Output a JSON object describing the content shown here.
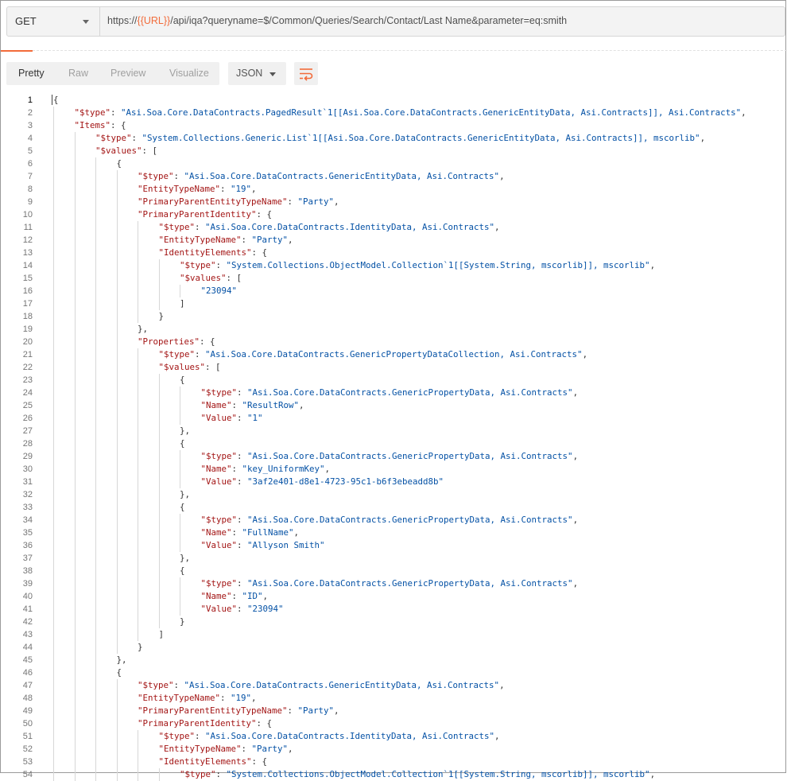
{
  "request": {
    "method": "GET",
    "url_prefix": "https://",
    "url_var": "{{URL}}",
    "url_suffix": "/api/iqa?queryname=$/Common/Queries/Search/Contact/Last Name&parameter=eq:smith"
  },
  "response_toolbar": {
    "views": [
      "Pretty",
      "Raw",
      "Preview",
      "Visualize"
    ],
    "active_view": "Pretty",
    "format": "JSON",
    "wrap_icon": "wrap-lines-icon"
  },
  "colors": {
    "accent": "#f26b3a",
    "key": "#a31515",
    "string": "#0451a5"
  },
  "code_lines": [
    {
      "n": "1",
      "indent": 0,
      "parts": [
        [
          "p",
          "{"
        ]
      ]
    },
    {
      "n": "2",
      "indent": 1,
      "parts": [
        [
          "k",
          "\"$type\""
        ],
        [
          "p",
          ": "
        ],
        [
          "s",
          "\"Asi.Soa.Core.DataContracts.PagedResult`1[[Asi.Soa.Core.DataContracts.GenericEntityData, Asi.Contracts]], Asi.Contracts\""
        ],
        [
          "p",
          ","
        ]
      ]
    },
    {
      "n": "3",
      "indent": 1,
      "parts": [
        [
          "k",
          "\"Items\""
        ],
        [
          "p",
          ": {"
        ]
      ]
    },
    {
      "n": "4",
      "indent": 2,
      "parts": [
        [
          "k",
          "\"$type\""
        ],
        [
          "p",
          ": "
        ],
        [
          "s",
          "\"System.Collections.Generic.List`1[[Asi.Soa.Core.DataContracts.GenericEntityData, Asi.Contracts]], mscorlib\""
        ],
        [
          "p",
          ","
        ]
      ]
    },
    {
      "n": "5",
      "indent": 2,
      "parts": [
        [
          "k",
          "\"$values\""
        ],
        [
          "p",
          ": ["
        ]
      ]
    },
    {
      "n": "6",
      "indent": 3,
      "parts": [
        [
          "p",
          "{"
        ]
      ]
    },
    {
      "n": "7",
      "indent": 4,
      "parts": [
        [
          "k",
          "\"$type\""
        ],
        [
          "p",
          ": "
        ],
        [
          "s",
          "\"Asi.Soa.Core.DataContracts.GenericEntityData, Asi.Contracts\""
        ],
        [
          "p",
          ","
        ]
      ]
    },
    {
      "n": "8",
      "indent": 4,
      "parts": [
        [
          "k",
          "\"EntityTypeName\""
        ],
        [
          "p",
          ": "
        ],
        [
          "s",
          "\"19\""
        ],
        [
          "p",
          ","
        ]
      ]
    },
    {
      "n": "9",
      "indent": 4,
      "parts": [
        [
          "k",
          "\"PrimaryParentEntityTypeName\""
        ],
        [
          "p",
          ": "
        ],
        [
          "s",
          "\"Party\""
        ],
        [
          "p",
          ","
        ]
      ]
    },
    {
      "n": "10",
      "indent": 4,
      "parts": [
        [
          "k",
          "\"PrimaryParentIdentity\""
        ],
        [
          "p",
          ": {"
        ]
      ]
    },
    {
      "n": "11",
      "indent": 5,
      "parts": [
        [
          "k",
          "\"$type\""
        ],
        [
          "p",
          ": "
        ],
        [
          "s",
          "\"Asi.Soa.Core.DataContracts.IdentityData, Asi.Contracts\""
        ],
        [
          "p",
          ","
        ]
      ]
    },
    {
      "n": "12",
      "indent": 5,
      "parts": [
        [
          "k",
          "\"EntityTypeName\""
        ],
        [
          "p",
          ": "
        ],
        [
          "s",
          "\"Party\""
        ],
        [
          "p",
          ","
        ]
      ]
    },
    {
      "n": "13",
      "indent": 5,
      "parts": [
        [
          "k",
          "\"IdentityElements\""
        ],
        [
          "p",
          ": {"
        ]
      ]
    },
    {
      "n": "14",
      "indent": 6,
      "parts": [
        [
          "k",
          "\"$type\""
        ],
        [
          "p",
          ": "
        ],
        [
          "s",
          "\"System.Collections.ObjectModel.Collection`1[[System.String, mscorlib]], mscorlib\""
        ],
        [
          "p",
          ","
        ]
      ]
    },
    {
      "n": "15",
      "indent": 6,
      "parts": [
        [
          "k",
          "\"$values\""
        ],
        [
          "p",
          ": ["
        ]
      ]
    },
    {
      "n": "16",
      "indent": 7,
      "parts": [
        [
          "s",
          "\"23094\""
        ]
      ]
    },
    {
      "n": "17",
      "indent": 6,
      "parts": [
        [
          "p",
          "]"
        ]
      ]
    },
    {
      "n": "18",
      "indent": 5,
      "parts": [
        [
          "p",
          "}"
        ]
      ]
    },
    {
      "n": "19",
      "indent": 4,
      "parts": [
        [
          "p",
          "},"
        ]
      ]
    },
    {
      "n": "20",
      "indent": 4,
      "parts": [
        [
          "k",
          "\"Properties\""
        ],
        [
          "p",
          ": {"
        ]
      ]
    },
    {
      "n": "21",
      "indent": 5,
      "parts": [
        [
          "k",
          "\"$type\""
        ],
        [
          "p",
          ": "
        ],
        [
          "s",
          "\"Asi.Soa.Core.DataContracts.GenericPropertyDataCollection, Asi.Contracts\""
        ],
        [
          "p",
          ","
        ]
      ]
    },
    {
      "n": "22",
      "indent": 5,
      "parts": [
        [
          "k",
          "\"$values\""
        ],
        [
          "p",
          ": ["
        ]
      ]
    },
    {
      "n": "23",
      "indent": 6,
      "parts": [
        [
          "p",
          "{"
        ]
      ]
    },
    {
      "n": "24",
      "indent": 7,
      "parts": [
        [
          "k",
          "\"$type\""
        ],
        [
          "p",
          ": "
        ],
        [
          "s",
          "\"Asi.Soa.Core.DataContracts.GenericPropertyData, Asi.Contracts\""
        ],
        [
          "p",
          ","
        ]
      ]
    },
    {
      "n": "25",
      "indent": 7,
      "parts": [
        [
          "k",
          "\"Name\""
        ],
        [
          "p",
          ": "
        ],
        [
          "s",
          "\"ResultRow\""
        ],
        [
          "p",
          ","
        ]
      ]
    },
    {
      "n": "26",
      "indent": 7,
      "parts": [
        [
          "k",
          "\"Value\""
        ],
        [
          "p",
          ": "
        ],
        [
          "s",
          "\"1\""
        ]
      ]
    },
    {
      "n": "27",
      "indent": 6,
      "parts": [
        [
          "p",
          "},"
        ]
      ]
    },
    {
      "n": "28",
      "indent": 6,
      "parts": [
        [
          "p",
          "{"
        ]
      ]
    },
    {
      "n": "29",
      "indent": 7,
      "parts": [
        [
          "k",
          "\"$type\""
        ],
        [
          "p",
          ": "
        ],
        [
          "s",
          "\"Asi.Soa.Core.DataContracts.GenericPropertyData, Asi.Contracts\""
        ],
        [
          "p",
          ","
        ]
      ]
    },
    {
      "n": "30",
      "indent": 7,
      "parts": [
        [
          "k",
          "\"Name\""
        ],
        [
          "p",
          ": "
        ],
        [
          "s",
          "\"key_UniformKey\""
        ],
        [
          "p",
          ","
        ]
      ]
    },
    {
      "n": "31",
      "indent": 7,
      "parts": [
        [
          "k",
          "\"Value\""
        ],
        [
          "p",
          ": "
        ],
        [
          "s",
          "\"3af2e401-d8e1-4723-95c1-b6f3ebeadd8b\""
        ]
      ]
    },
    {
      "n": "32",
      "indent": 6,
      "parts": [
        [
          "p",
          "},"
        ]
      ]
    },
    {
      "n": "33",
      "indent": 6,
      "parts": [
        [
          "p",
          "{"
        ]
      ]
    },
    {
      "n": "34",
      "indent": 7,
      "parts": [
        [
          "k",
          "\"$type\""
        ],
        [
          "p",
          ": "
        ],
        [
          "s",
          "\"Asi.Soa.Core.DataContracts.GenericPropertyData, Asi.Contracts\""
        ],
        [
          "p",
          ","
        ]
      ]
    },
    {
      "n": "35",
      "indent": 7,
      "parts": [
        [
          "k",
          "\"Name\""
        ],
        [
          "p",
          ": "
        ],
        [
          "s",
          "\"FullName\""
        ],
        [
          "p",
          ","
        ]
      ]
    },
    {
      "n": "36",
      "indent": 7,
      "parts": [
        [
          "k",
          "\"Value\""
        ],
        [
          "p",
          ": "
        ],
        [
          "s",
          "\"Allyson Smith\""
        ]
      ]
    },
    {
      "n": "37",
      "indent": 6,
      "parts": [
        [
          "p",
          "},"
        ]
      ]
    },
    {
      "n": "38",
      "indent": 6,
      "parts": [
        [
          "p",
          "{"
        ]
      ]
    },
    {
      "n": "39",
      "indent": 7,
      "parts": [
        [
          "k",
          "\"$type\""
        ],
        [
          "p",
          ": "
        ],
        [
          "s",
          "\"Asi.Soa.Core.DataContracts.GenericPropertyData, Asi.Contracts\""
        ],
        [
          "p",
          ","
        ]
      ]
    },
    {
      "n": "40",
      "indent": 7,
      "parts": [
        [
          "k",
          "\"Name\""
        ],
        [
          "p",
          ": "
        ],
        [
          "s",
          "\"ID\""
        ],
        [
          "p",
          ","
        ]
      ]
    },
    {
      "n": "41",
      "indent": 7,
      "parts": [
        [
          "k",
          "\"Value\""
        ],
        [
          "p",
          ": "
        ],
        [
          "s",
          "\"23094\""
        ]
      ]
    },
    {
      "n": "42",
      "indent": 6,
      "parts": [
        [
          "p",
          "}"
        ]
      ]
    },
    {
      "n": "43",
      "indent": 5,
      "parts": [
        [
          "p",
          "]"
        ]
      ]
    },
    {
      "n": "44",
      "indent": 4,
      "parts": [
        [
          "p",
          "}"
        ]
      ]
    },
    {
      "n": "45",
      "indent": 3,
      "parts": [
        [
          "p",
          "},"
        ]
      ]
    },
    {
      "n": "46",
      "indent": 3,
      "parts": [
        [
          "p",
          "{"
        ]
      ]
    },
    {
      "n": "47",
      "indent": 4,
      "parts": [
        [
          "k",
          "\"$type\""
        ],
        [
          "p",
          ": "
        ],
        [
          "s",
          "\"Asi.Soa.Core.DataContracts.GenericEntityData, Asi.Contracts\""
        ],
        [
          "p",
          ","
        ]
      ]
    },
    {
      "n": "48",
      "indent": 4,
      "parts": [
        [
          "k",
          "\"EntityTypeName\""
        ],
        [
          "p",
          ": "
        ],
        [
          "s",
          "\"19\""
        ],
        [
          "p",
          ","
        ]
      ]
    },
    {
      "n": "49",
      "indent": 4,
      "parts": [
        [
          "k",
          "\"PrimaryParentEntityTypeName\""
        ],
        [
          "p",
          ": "
        ],
        [
          "s",
          "\"Party\""
        ],
        [
          "p",
          ","
        ]
      ]
    },
    {
      "n": "50",
      "indent": 4,
      "parts": [
        [
          "k",
          "\"PrimaryParentIdentity\""
        ],
        [
          "p",
          ": {"
        ]
      ]
    },
    {
      "n": "51",
      "indent": 5,
      "parts": [
        [
          "k",
          "\"$type\""
        ],
        [
          "p",
          ": "
        ],
        [
          "s",
          "\"Asi.Soa.Core.DataContracts.IdentityData, Asi.Contracts\""
        ],
        [
          "p",
          ","
        ]
      ]
    },
    {
      "n": "52",
      "indent": 5,
      "parts": [
        [
          "k",
          "\"EntityTypeName\""
        ],
        [
          "p",
          ": "
        ],
        [
          "s",
          "\"Party\""
        ],
        [
          "p",
          ","
        ]
      ]
    },
    {
      "n": "53",
      "indent": 5,
      "parts": [
        [
          "k",
          "\"IdentityElements\""
        ],
        [
          "p",
          ": {"
        ]
      ]
    },
    {
      "n": "54",
      "indent": 6,
      "parts": [
        [
          "k",
          "\"$type\""
        ],
        [
          "p",
          ": "
        ],
        [
          "s",
          "\"System.Collections.ObjectModel.Collection`1[[System.String, mscorlib]], mscorlib\""
        ],
        [
          "p",
          ","
        ]
      ]
    }
  ]
}
